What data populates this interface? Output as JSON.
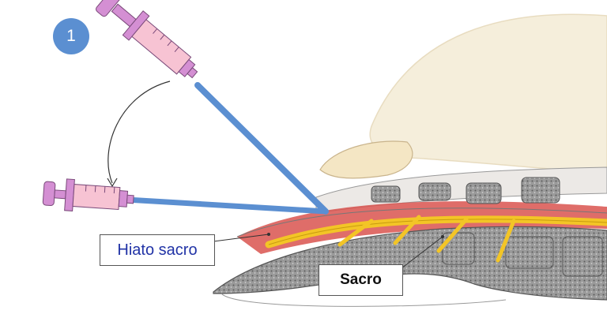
{
  "diagram": {
    "step_number": "1",
    "labels": {
      "hiato": "Hiato sacro",
      "sacro": "Sacro"
    },
    "colors": {
      "badge": "#5b8fd1",
      "needle": "#5b8fd1",
      "syringe_barrel": "#f7c3d3",
      "syringe_parts": "#d48fd3",
      "nerve": "#f3c526",
      "bone": "#8a8a8a",
      "skin": "#f5eedb"
    }
  }
}
